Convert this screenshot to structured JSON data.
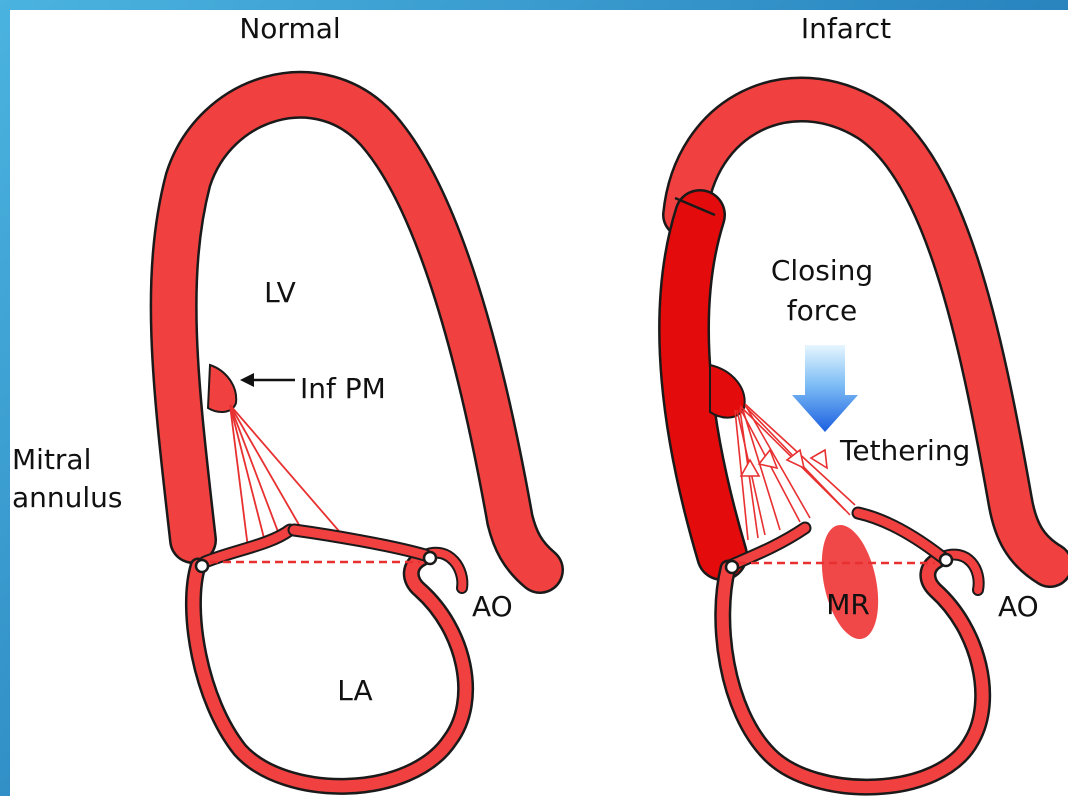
{
  "colors": {
    "myocardium": "#f04040",
    "infarct": "#e30b0b",
    "outline": "#1a1a1a",
    "chord": "#e83030",
    "regurgitation": "#f04848",
    "arrow_top": "#dff3ff",
    "arrow_bottom": "#1c5fe0",
    "frame": "#2a86c0",
    "background": "#ffffff"
  },
  "panels": {
    "normal": {
      "title": "Normal",
      "lv": "LV",
      "inf_pm": "Inf PM",
      "mitral": "Mitral",
      "annulus": "annulus",
      "la": "LA",
      "ao": "AO"
    },
    "infarct": {
      "title": "Infarct",
      "closing": "Closing",
      "force": "force",
      "tethering": "Tethering",
      "mr": "MR",
      "ao": "AO"
    }
  },
  "icons": {
    "closing_force_arrow": "arrow-down-gradient-icon",
    "pointer_arrow": "arrow-left-icon"
  }
}
